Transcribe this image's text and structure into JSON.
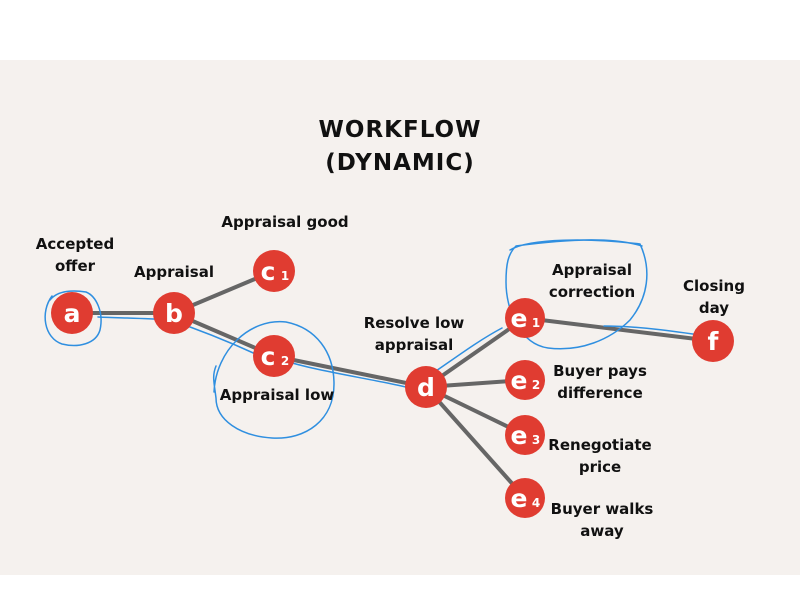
{
  "title": {
    "line1": "WORKFLOW",
    "line2": "(DYNAMIC)"
  },
  "colors": {
    "node": "#e03c31",
    "edge": "#666666",
    "highlight": "#2f8fe0",
    "background": "#f5f1ee"
  },
  "nodes": {
    "a": {
      "letter": "a",
      "sub": "",
      "caption": "Accepted\noffer"
    },
    "b": {
      "letter": "b",
      "sub": "",
      "caption": "Appraisal"
    },
    "c1": {
      "letter": "c",
      "sub": "1",
      "caption": "Appraisal good"
    },
    "c2": {
      "letter": "c",
      "sub": "2",
      "caption": "Appraisal low"
    },
    "d": {
      "letter": "d",
      "sub": "",
      "caption": "Resolve low\nappraisal"
    },
    "e1": {
      "letter": "e",
      "sub": "1",
      "caption": "Appraisal\ncorrection"
    },
    "e2": {
      "letter": "e",
      "sub": "2",
      "caption": "Buyer pays\ndifference"
    },
    "e3": {
      "letter": "e",
      "sub": "3",
      "caption": "Renegotiate\nprice"
    },
    "e4": {
      "letter": "e",
      "sub": "4",
      "caption": "Buyer walks\naway"
    },
    "f": {
      "letter": "f",
      "sub": "",
      "caption": "Closing\nday"
    }
  }
}
